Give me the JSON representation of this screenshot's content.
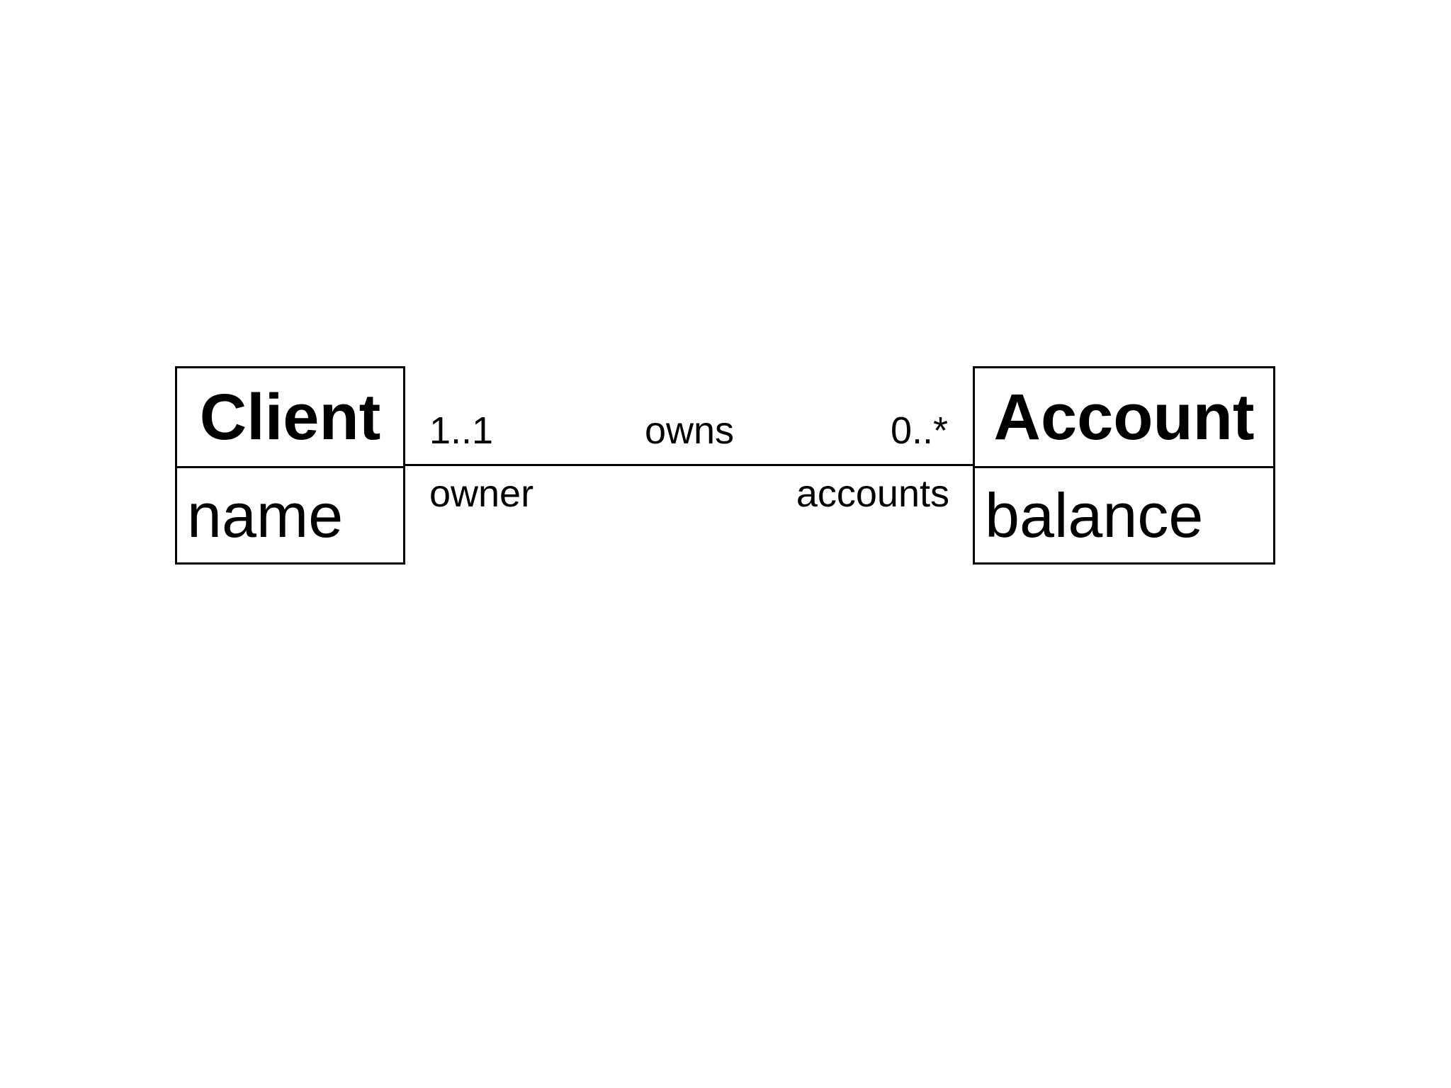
{
  "diagram": {
    "type": "uml-class-diagram",
    "background_color": "#ffffff",
    "stroke_color": "#000000",
    "classes": [
      {
        "name": "Client",
        "attributes": [
          "name"
        ]
      },
      {
        "name": "Account",
        "attributes": [
          "balance"
        ]
      }
    ],
    "association": {
      "label": "owns",
      "client_end": {
        "multiplicity": "1..1",
        "role": "owner"
      },
      "account_end": {
        "multiplicity": "0..*",
        "role": "accounts"
      }
    }
  }
}
